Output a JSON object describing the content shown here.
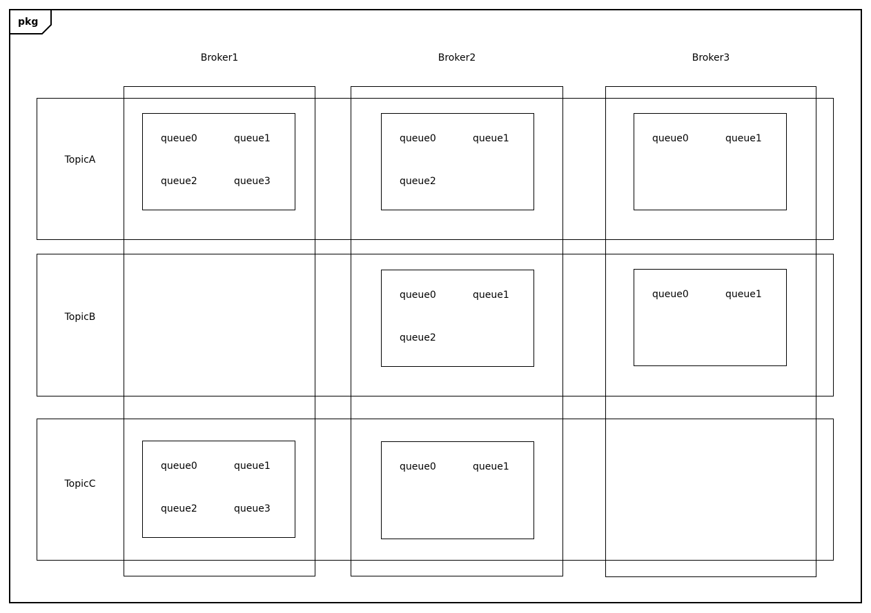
{
  "frame": {
    "label": "pkg"
  },
  "colors": {
    "line": "#000000",
    "background": "#ffffff",
    "text": "#000000"
  },
  "brokers": [
    {
      "id": "broker1",
      "label": "Broker1"
    },
    {
      "id": "broker2",
      "label": "Broker2"
    },
    {
      "id": "broker3",
      "label": "Broker3"
    }
  ],
  "topics": [
    {
      "id": "topicA",
      "label": "TopicA"
    },
    {
      "id": "topicB",
      "label": "TopicB"
    },
    {
      "id": "topicC",
      "label": "TopicC"
    }
  ],
  "queue_groups": {
    "b1_ta": {
      "broker": "Broker1",
      "topic": "TopicA",
      "queues": [
        "queue0",
        "queue1",
        "queue2",
        "queue3"
      ]
    },
    "b2_ta": {
      "broker": "Broker2",
      "topic": "TopicA",
      "queues": [
        "queue0",
        "queue1",
        "queue2"
      ]
    },
    "b3_ta": {
      "broker": "Broker3",
      "topic": "TopicA",
      "queues": [
        "queue0",
        "queue1"
      ]
    },
    "b2_tb": {
      "broker": "Broker2",
      "topic": "TopicB",
      "queues": [
        "queue0",
        "queue1",
        "queue2"
      ]
    },
    "b3_tb": {
      "broker": "Broker3",
      "topic": "TopicB",
      "queues": [
        "queue0",
        "queue1"
      ]
    },
    "b1_tc": {
      "broker": "Broker1",
      "topic": "TopicC",
      "queues": [
        "queue0",
        "queue1",
        "queue2",
        "queue3"
      ]
    },
    "b2_tc": {
      "broker": "Broker2",
      "topic": "TopicC",
      "queues": [
        "queue0",
        "queue1"
      ]
    }
  }
}
